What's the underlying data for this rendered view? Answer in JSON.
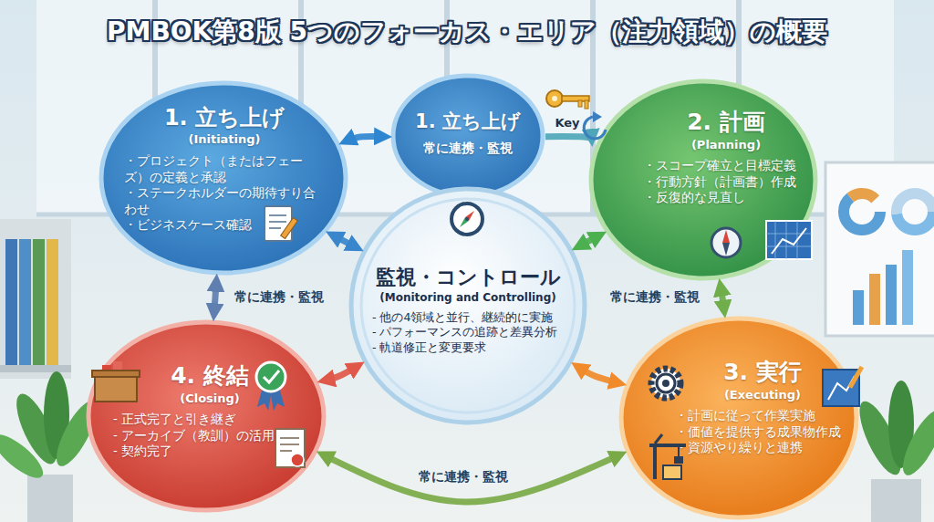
{
  "diagram": {
    "title": "PMBOK第8版 5つのフォーカス・エリア（注力領域）の概要",
    "nodes": [
      {
        "text": [
          "1. 立ち上げ",
          "(Initiating)",
          "・プロジェクト（またはフェーズ）の定義と承認",
          "・ステークホルダーの期待すり合わせ",
          "・ビジネスケース確認"
        ]
      },
      {
        "text": [
          "1. 立ち上げ",
          "常に連携・監視"
        ]
      },
      {
        "text": [
          "2. 計画",
          "(Planning)",
          "・スコープ確立と目標定義",
          "・行動方針（計画書）作成",
          "・反復的な見直し"
        ]
      },
      {
        "text": [
          "監視・コントロール",
          "(Monitoring and Controlling)",
          "- 他の4領域と並行、継続的に実施",
          "- パフォーマンスの追跡と差異分析",
          "- 軌道修正と変更要求"
        ]
      },
      {
        "text": [
          "3. 実行",
          "(Executing)",
          "・計画に従って作業実施",
          "・価値を提供する成果物作成",
          "・資源やり繰りと連携"
        ]
      },
      {
        "text": [
          "4. 終結",
          "(Closing)",
          "- 正式完了と引き継ぎ",
          "- アーカイブ（教訓）の活用",
          "- 契約完了"
        ]
      }
    ],
    "edges": [
      {
        "from": 0,
        "to": 1,
        "arrow": "both"
      },
      {
        "from": 1,
        "to": 2,
        "arrow": "to"
      },
      {
        "from": 0,
        "to": 3,
        "arrow": "both"
      },
      {
        "from": 2,
        "to": 3,
        "arrow": "both"
      },
      {
        "from": 0,
        "to": 5,
        "arrow": "both",
        "label": "常に連携・監視"
      },
      {
        "from": 2,
        "to": 4,
        "arrow": "both",
        "label": "常に連携・監視"
      },
      {
        "from": 5,
        "to": 3,
        "arrow": "both"
      },
      {
        "from": 4,
        "to": 3,
        "arrow": "both"
      },
      {
        "from": 5,
        "to": 4,
        "arrow": "both",
        "label": "常に連携・監視"
      }
    ],
    "labels": [
      "Key"
    ]
  }
}
